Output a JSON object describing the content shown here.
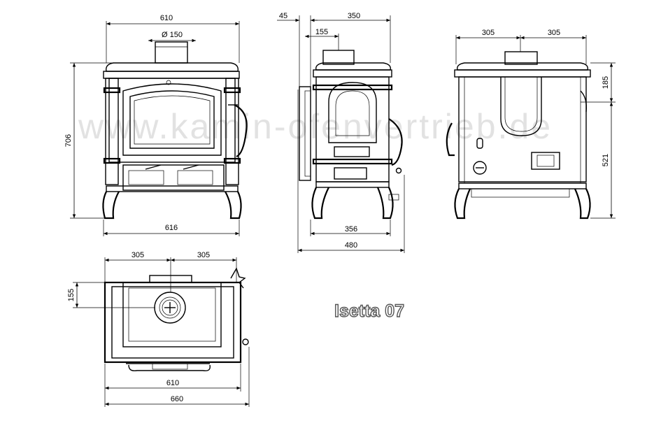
{
  "model_name": "Isetta 07",
  "watermark": "www.kamin-ofenvertrieb.de",
  "front_view": {
    "top_width": "610",
    "flue_diameter": "Ø 150",
    "height": "706",
    "bottom_width": "616"
  },
  "side_view": {
    "offset": "45",
    "depth": "350",
    "flue_offset": "155",
    "foot_depth": "356",
    "total_depth": "480"
  },
  "rear_view": {
    "half_left": "305",
    "half_right": "305",
    "top_to_outlet": "185",
    "outlet_height": "521"
  },
  "top_view": {
    "half_left": "305",
    "half_right": "305",
    "flue_offset": "155",
    "body_width": "610",
    "total_width": "660"
  }
}
